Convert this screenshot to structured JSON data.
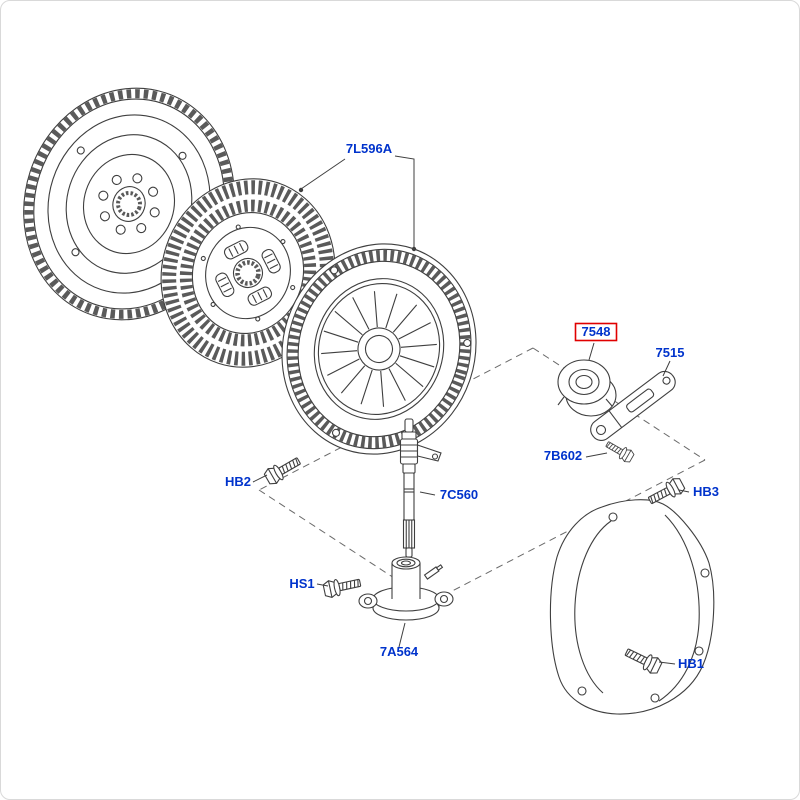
{
  "diagram": {
    "type": "exploded-parts-diagram",
    "background": "#ffffff",
    "colors": {
      "label_text": "#0033cc",
      "highlight_box": "#e00000",
      "line_work": "#3f3f3f"
    },
    "highlighted_part": "7548",
    "labels": [
      {
        "part_no": "7L596A",
        "highlighted": false
      },
      {
        "part_no": "7548",
        "highlighted": true
      },
      {
        "part_no": "7515",
        "highlighted": false
      },
      {
        "part_no": "7B602",
        "highlighted": false
      },
      {
        "part_no": "HB2",
        "highlighted": false
      },
      {
        "part_no": "7C560",
        "highlighted": false
      },
      {
        "part_no": "HB3",
        "highlighted": false
      },
      {
        "part_no": "HS1",
        "highlighted": false
      },
      {
        "part_no": "7A564",
        "highlighted": false
      },
      {
        "part_no": "HB1",
        "highlighted": false
      }
    ],
    "parts": [
      "flywheel",
      "clutch-disc",
      "pressure-plate",
      "release-bearing",
      "release-fork",
      "pivot-bolt",
      "input-shaft",
      "slave-cylinder",
      "bell-housing"
    ]
  }
}
